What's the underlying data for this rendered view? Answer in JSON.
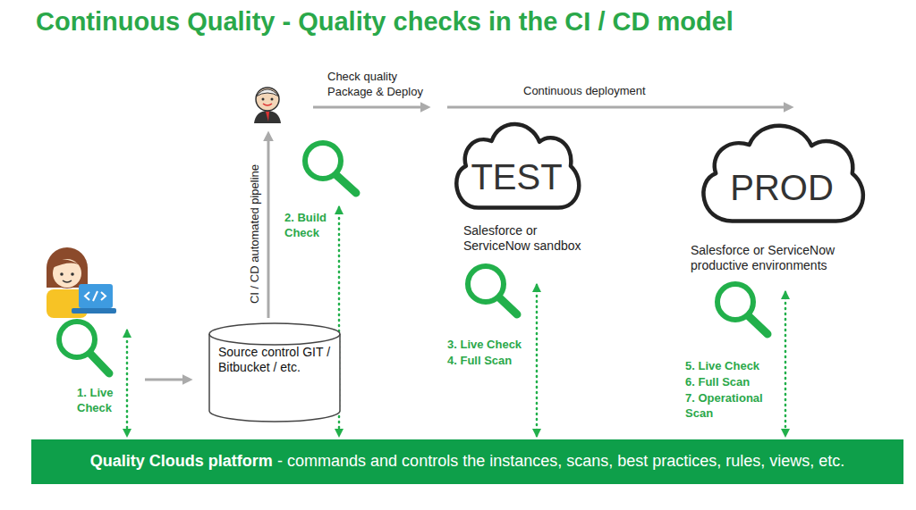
{
  "diagram": {
    "title": "Continuous Quality - Quality checks in the CI / CD model",
    "nodes": [
      {
        "text": [
          "Source control GIT / Bitbucket / etc."
        ]
      },
      {
        "text": [
          "TEST",
          "Salesforce or ServiceNow sandbox"
        ]
      },
      {
        "text": [
          "PROD",
          "Salesforce or ServiceNow productive environments"
        ]
      },
      {
        "text": [
          "Quality Clouds platform",
          "- commands and controls the instances, scans, best practices, rules, views, etc."
        ]
      }
    ],
    "edges": [
      {
        "from": 1,
        "to": 3,
        "arrow": "both"
      },
      {
        "from": 2,
        "to": 3,
        "arrow": "both"
      }
    ],
    "labels": [
      "Check quality Package & Deploy",
      "Continuous deployment",
      "CI / CD automated pipeline",
      "2. Build Check",
      "3. Live Check",
      "4. Full Scan",
      "5. Live Check",
      "6. Full Scan",
      "7. Operational Scan",
      "1. Live Check"
    ]
  }
}
